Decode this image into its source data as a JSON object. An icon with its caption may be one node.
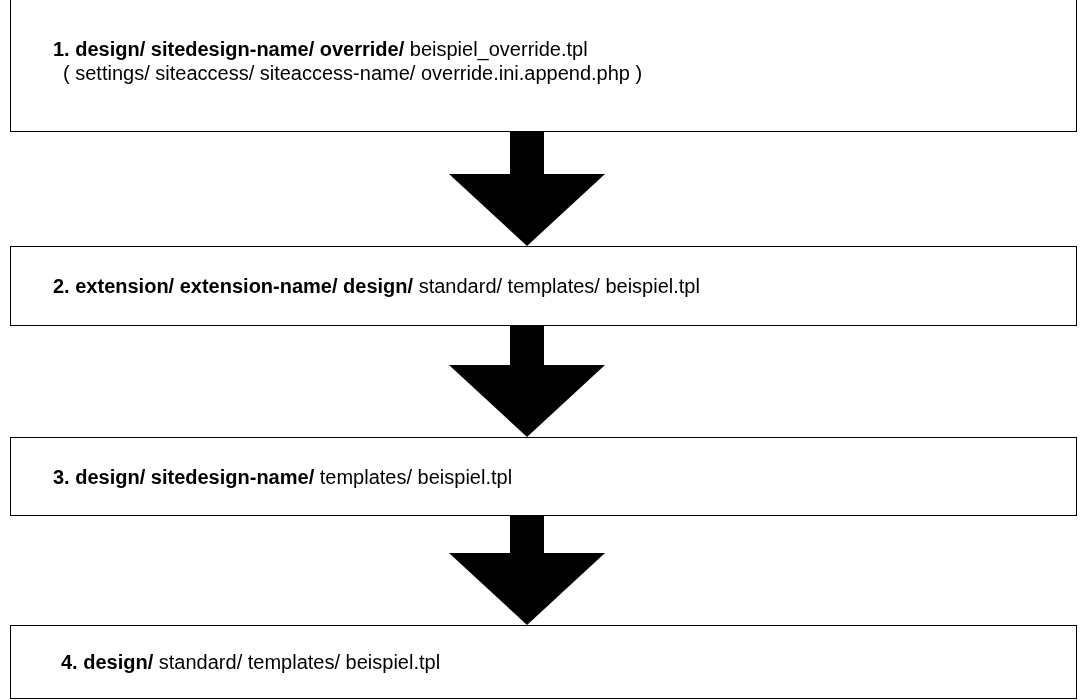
{
  "diagram": {
    "nodes": [
      {
        "text": [
          "**1. design/ sitedesign-name/ override/** beispiel_override.tpl",
          "( settings/ siteaccess/ siteaccess-name/ override.ini.append.php )"
        ]
      },
      {
        "text": [
          "**2. extension/ extension-name/ design/** standard/ templates/ beispiel.tpl"
        ]
      },
      {
        "text": [
          "**3. design/ sitedesign-name/** templates/ beispiel.tpl"
        ]
      },
      {
        "text": [
          "**4. design/** standard/ templates/ beispiel.tpl"
        ]
      }
    ],
    "edges": [
      {
        "from": 0,
        "to": 1,
        "arrow": "to"
      },
      {
        "from": 1,
        "to": 2,
        "arrow": "to"
      },
      {
        "from": 2,
        "to": 3,
        "arrow": "to"
      }
    ]
  }
}
